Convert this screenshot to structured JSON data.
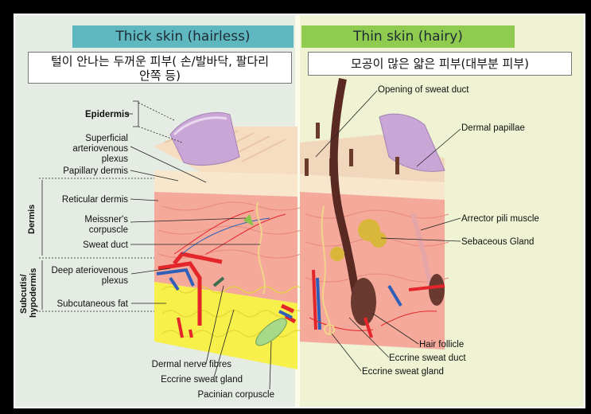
{
  "headers": {
    "left": "Thick skin (hairless)",
    "right": "Thin skin (hairy)"
  },
  "captions": {
    "left_line1": "털이 안나는 두꺼운 피부( 손/발바닥, 팔다리",
    "left_line2": "안쪽 등)",
    "right": "모공이 많은 얇은 피부(대부분 피부)"
  },
  "left_labels": {
    "epidermis": "Epidermis",
    "superficial_1": "Superficial",
    "superficial_2": "arteriovenous",
    "superficial_3": "plexus",
    "papillary_dermis": "Papillary dermis",
    "reticular_dermis": "Reticular dermis",
    "meissner_1": "Meissner's",
    "meissner_2": "corpuscle",
    "sweat_duct": "Sweat duct",
    "deep_1": "Deep ateriovenous",
    "deep_2": "plexus",
    "subcutaneous_fat": "Subcutaneous fat",
    "dermal_nerve": "Dermal nerve fibres",
    "eccrine_gland": "Eccrine sweat gland",
    "pacinian": "Pacinian corpuscle"
  },
  "side_labels": {
    "dermis": "Dermis",
    "subcutis_1": "Subcutis/",
    "subcutis_2": "hypodermis"
  },
  "right_labels": {
    "opening_sweat_duct": "Opening of sweat duct",
    "dermal_papillae": "Dermal papillae",
    "arrector": "Arrector pili muscle",
    "sebaceous": "Sebaceous Gland",
    "hair_follicle": "Hair follicle",
    "eccrine_duct": "Eccrine sweat duct",
    "eccrine_gland": "Eccrine sweat gland"
  },
  "colors": {
    "left_bg": "#e5ece3",
    "right_bg": "#eff2d3",
    "header_left": "#5fb8c0",
    "header_right": "#8ecb4f",
    "dermis": "#f3a89a",
    "epidermis": "#f7e3c8",
    "fat": "#f7ef4a",
    "artery": "#e3262a",
    "vein": "#2f5fb8"
  }
}
